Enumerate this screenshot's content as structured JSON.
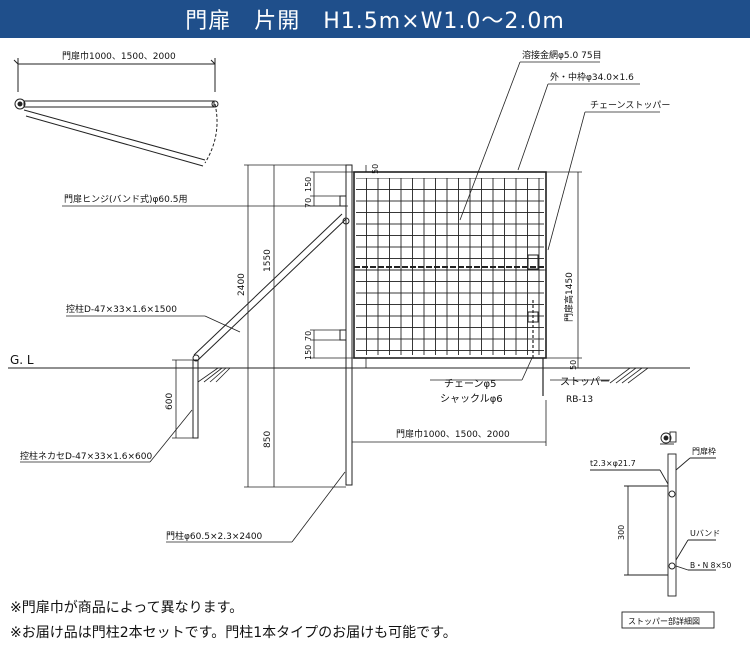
{
  "title": "門扉　片開　H1.5m×W1.0〜2.0m",
  "labels": {
    "top_width": "門扉巾1000、1500、2000",
    "mesh": "溶接金網φ5.0 75目",
    "frame": "外・中枠φ34.0×1.6",
    "chain_stopper": "チェーンストッパー",
    "hinge": "門扉ヒンジ(バンド式)φ60.5用",
    "strut": "控柱D-47×33×1.6×1500",
    "gl": "G. L",
    "chain": "チェーンφ5",
    "shackle": "シャックルφ6",
    "stopper": "ストッパー",
    "rb": "RB-13",
    "anchor": "控柱ネカセD-47×33×1.6×600",
    "bottom_width": "門扉巾1000、1500、2000",
    "post": "門柱φ60.5×2.3×2400",
    "gate_height": "門扉高1450"
  },
  "dimensions": {
    "d50_top": "50",
    "d150_top": "150",
    "d70_top": "70",
    "d1550": "1550",
    "d2400": "2400",
    "d70_bot": "70",
    "d150_bot": "150",
    "d50_bot": "50",
    "d600": "600",
    "d850": "850"
  },
  "detail": {
    "title": "ストッパー部詳細図",
    "frame": "門扉枠",
    "pin": "t2.3×φ21.7",
    "d300": "300",
    "u_band": "Uバンド",
    "bolt": "B・N 8×50"
  },
  "notes": [
    "※門扉巾が商品によって異なります。",
    "※お届け品は門柱2本セットです。門柱1本タイプのお届けも可能です。"
  ],
  "colors": {
    "title_bg": "#1f4f8b",
    "title_text": "#ffffff",
    "line": "#222222"
  }
}
